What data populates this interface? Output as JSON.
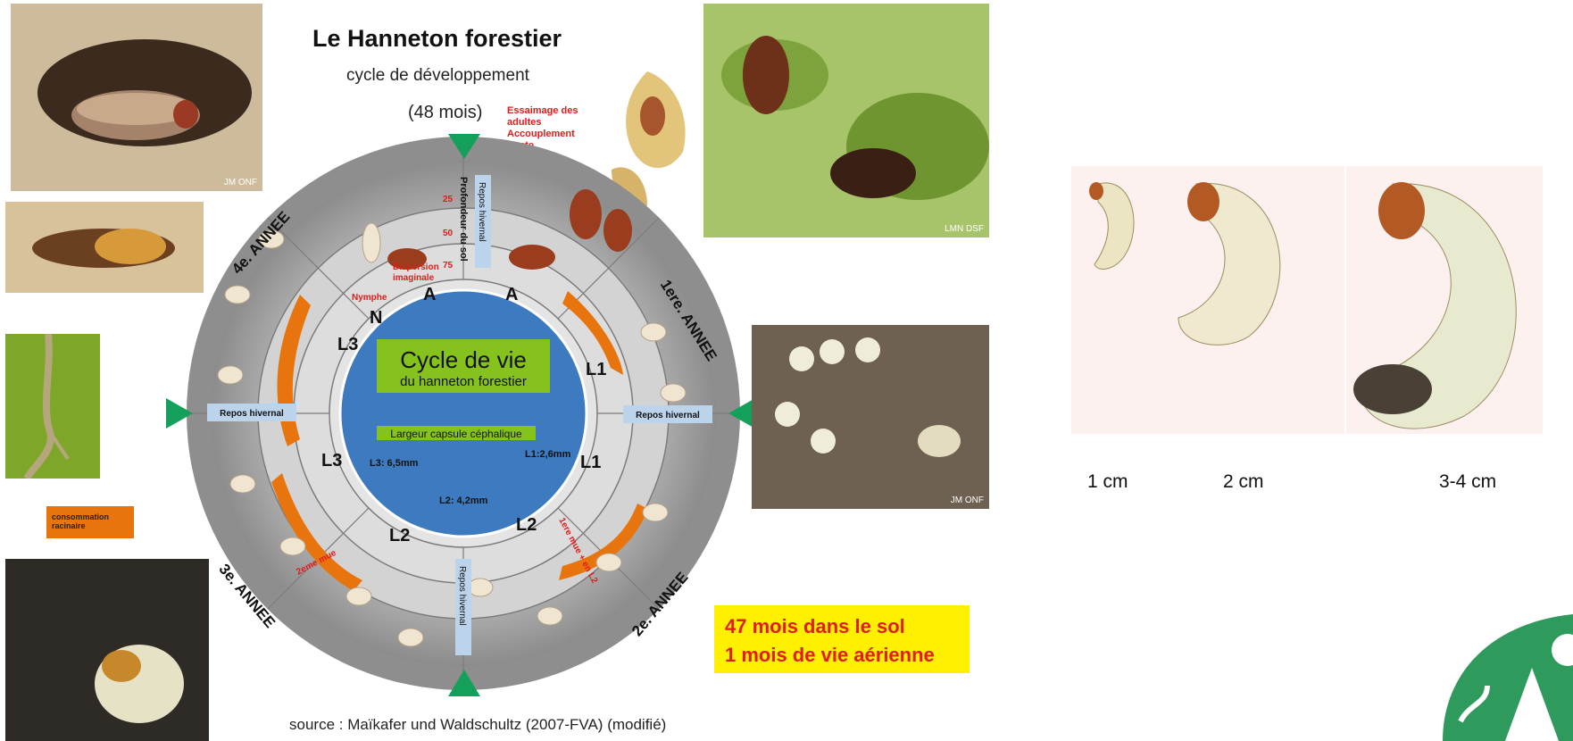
{
  "header": {
    "title": "Le Hanneton forestier",
    "subtitle": "cycle de développement",
    "duration": "(48 mois)"
  },
  "notes": {
    "swarming": [
      "Essaimage des",
      "adultes",
      "Accouplement",
      "ponte"
    ],
    "root_consumption": [
      "consommation",
      "racinaire"
    ],
    "dispersal": [
      "Dispersion",
      "imaginale"
    ],
    "nymph": "Nymphe"
  },
  "cycle": {
    "center_title": "Cycle de vie",
    "center_subtitle": "du hanneton forestier",
    "capsule_label": "Largeur capsule céphalique",
    "l1_width": "L1:2,6mm",
    "l2_width": "L2: 4,2mm",
    "l3_width": "L3: 6,5mm",
    "winter_rest": "Repos hivernal",
    "depth_label": "Profondeur du sol",
    "depths": [
      "25",
      "50",
      "75"
    ],
    "stages": {
      "A": "A",
      "N": "N",
      "L1": "L1",
      "L2": "L2",
      "L3": "L3"
    },
    "years": [
      "1ere. ANNEE",
      "2e. ANNEE",
      "3e. ANNEE",
      "4e. ANNEE"
    ],
    "red_l2_note": "1ere mue + en L2",
    "red_l3_note": "2eme mue"
  },
  "highlight": {
    "line1": "47 mois dans le sol",
    "line2": "1 mois de vie aérienne"
  },
  "source": "source : Maïkafer und Waldschultz (2007-FVA) (modifié)",
  "photo_credits": {
    "burrow": "JM ONF",
    "beetles_leaf": "LMN DSF",
    "eggs": "JM ONF"
  },
  "larva_sizes": [
    "1 cm",
    "2 cm",
    "3-4 cm"
  ],
  "colors": {
    "center_blue": "#3d7ac0",
    "label_green": "#86c21d",
    "arrow_orange": "#e8740e",
    "marker_green": "#14a05a",
    "highlight_yellow": "#ffef00",
    "note_red": "#e21b1b",
    "logo_green": "#2e9b5c"
  },
  "logo_icon": "leaf-a-logo-icon"
}
